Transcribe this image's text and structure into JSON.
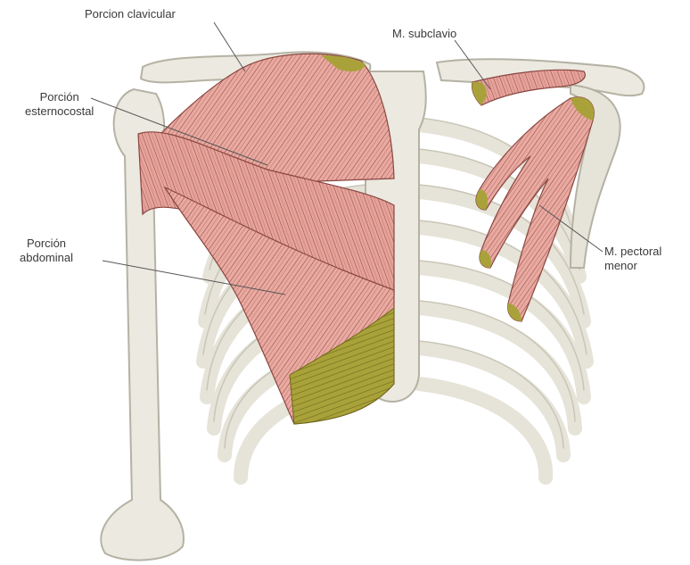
{
  "labels": {
    "porcion_clavicular": "Porcion clavicular",
    "porcion_esternocostal": [
      "Porción",
      "esternocostal"
    ],
    "porcion_abdominal": [
      "Porción",
      "abdominal"
    ],
    "m_subclavio": "M. subclavio",
    "m_pectoral_menor": [
      "M. pectoral",
      "menor"
    ]
  },
  "colors": {
    "bone": "#eae8df",
    "bone_edge": "#b9b6a8",
    "muscle": "#e8a8a0",
    "muscle_fiber": "#7a3a36",
    "tendon": "#9a9428",
    "leader_line": "#555555"
  }
}
